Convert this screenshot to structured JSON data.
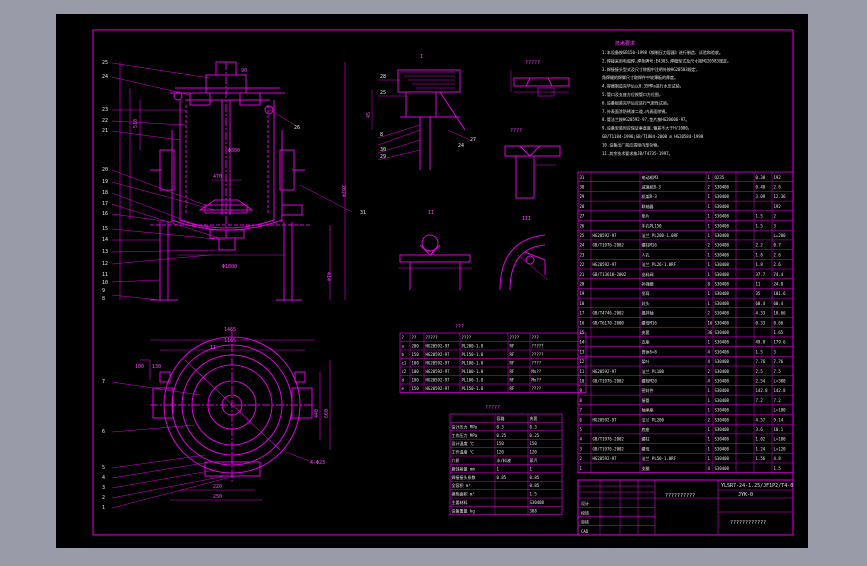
{
  "colors": {
    "background_outer": "#999ba8",
    "sheet": "#000000",
    "line": "#e000e0",
    "text": "#e8e8e8"
  },
  "views": {
    "detail_I": "I",
    "detail_II": "II",
    "detail_III": "III",
    "top_section_label": "II",
    "top_detail_title": "?????",
    "mid_detail_title": "????"
  },
  "notes": {
    "title": "技术要求",
    "lines": [
      "1.本设备按GB150-1998《钢制压力容器》进行制造、试验和验收。",
      "2.焊接采用电弧焊,焊条牌号:E4303,焊缝型式及尺寸按HG20583规定。",
      "3.焊接接头型式及尺寸除图中注明外按HG20583规定,",
      "  角焊缝的焊脚尺寸取焊件中较薄板的厚度。",
      "4.容器制造完毕后以0.35MPa进行水压试验。",
      "5.管口及支座方位按管口方位图。",
      "6.设备组装完毕后应进行气密性试验。",
      "7.外表面涂防锈漆二道,内表面除锈。",
      "8.管法兰按HG20592-97,垫片按HG20606-97。",
      "9.设备安装时应保证垂直度,偏差不大于H/1000。",
      "GB/T1184-1996;GB/T1804-2000 m  HG20584-1998",
      "10.设备出厂前应清除内部杂物。",
      "11.其余技术要求按JB/T4735-1997。"
    ]
  },
  "dimensions": {
    "d1465": "1465",
    "d1165": "1165",
    "d100": "100",
    "d130": "130",
    "d440": "440",
    "d660": "660",
    "d220": "220",
    "d250": "250",
    "d2624": "2624",
    "d414": "414",
    "d1800": "Φ1800",
    "d800": "Φ800",
    "holes": "4-Φ23",
    "d45": "45",
    "d90": "90",
    "d510": "510",
    "d470": "470"
  },
  "balloons_left": [
    "25",
    "24",
    "23",
    "22",
    "21",
    "20",
    "19",
    "18",
    "17",
    "16",
    "15",
    "14",
    "13",
    "12",
    "11",
    "10",
    "9",
    "8"
  ],
  "balloons_bottom_left": [
    "7",
    "6",
    "5",
    "4",
    "3",
    "2",
    "1"
  ],
  "balloons_right": [
    "26",
    "31"
  ],
  "detail_labels_I": [
    "28",
    "25",
    "8",
    "30",
    "29",
    "27",
    "24"
  ],
  "nozzle_table": {
    "title": "???",
    "header": [
      "?",
      "??",
      "?????",
      "????",
      "????",
      "???"
    ],
    "rows": [
      [
        "a",
        "200",
        "HG20592-97",
        "PL200-1.0",
        "RF",
        "?????"
      ],
      [
        "b",
        "150",
        "HG20592-97",
        "PL150-1.0",
        "RF",
        "?????"
      ],
      [
        "c1",
        "100",
        "HG20592-97",
        "PL100-1.0",
        "RF",
        "????"
      ],
      [
        "c2",
        "100",
        "HG20592-97",
        "PL100-1.0",
        "RF",
        "Mo??"
      ],
      [
        "d",
        "100",
        "HG20592-97",
        "PL100-1.0",
        "RF",
        "Mo??"
      ],
      [
        "e",
        "150",
        "HG20592-97",
        "PL150-1.0",
        "RF",
        "????"
      ]
    ]
  },
  "design_table": {
    "title": "?????",
    "header": [
      "",
      "容器",
      "夹套"
    ],
    "rows": [
      [
        "设计压力 MPa",
        "0.3",
        "0.3"
      ],
      [
        "工作压力 MPa",
        "0.25",
        "0.25"
      ],
      [
        "设计温度 ℃",
        "150",
        "150"
      ],
      [
        "工作温度 ℃",
        "120",
        "120"
      ],
      [
        "介质",
        "水/料液",
        "蒸汽"
      ],
      [
        "腐蚀裕量 mm",
        "1",
        "1"
      ],
      [
        "焊接接头系数",
        "0.85",
        "0.85"
      ],
      [
        "全容积 m³",
        "",
        "0.85"
      ],
      [
        "换热面积 m²",
        "",
        "1.5"
      ],
      [
        "主要材料",
        "",
        "S30408"
      ],
      [
        "设备重量 kg",
        "",
        "368"
      ]
    ]
  },
  "parts_list": [
    [
      "31",
      "",
      "电动机M3",
      "1",
      "Q235",
      "",
      "0.38",
      "192"
    ],
    [
      "30",
      "",
      "减速机B-3",
      "2",
      "S30408",
      "",
      "0.40",
      "2.6"
    ],
    [
      "29",
      "",
      "机架B-3",
      "1",
      "S30408",
      "",
      "3.09",
      "12.36"
    ],
    [
      "28",
      "",
      "联轴器",
      "1",
      "S30408",
      "",
      "",
      "192"
    ],
    [
      "27",
      "",
      "垫片",
      "1",
      "S30408",
      "",
      "1.5",
      "2"
    ],
    [
      "26",
      "",
      "手孔PL150",
      "1",
      "S30408",
      "",
      "1.5",
      "3"
    ],
    [
      "25",
      "HG20592-97",
      "法兰 PL200-1.0RF",
      "1",
      "S30408",
      "",
      "",
      "L=200"
    ],
    [
      "24",
      "GB/T1976-2002",
      "螺柱M16",
      "2",
      "S30408",
      "",
      "2.2",
      "0.7"
    ],
    [
      "23",
      "",
      "人孔",
      "1",
      "S30408",
      "",
      "1.8",
      "2.6"
    ],
    [
      "22",
      "HG20592-97",
      "法兰 PL26-1.0RF",
      "1",
      "S30408",
      "",
      "1.8",
      "2.6"
    ],
    [
      "21",
      "GB/T13618-2002",
      "出料阀",
      "1",
      "S30408",
      "",
      "37.7",
      "74.4"
    ],
    [
      "20",
      "",
      "补强圈",
      "8",
      "S30408",
      "",
      "11",
      "24.8"
    ],
    [
      "19",
      "",
      "吊耳",
      "1",
      "S30408",
      "",
      "35",
      "101.6"
    ],
    [
      "18",
      "",
      "封头",
      "1",
      "S30408",
      "",
      "60.4",
      "60.4"
    ],
    [
      "17",
      "GB/T4746-2002",
      "搅拌轴",
      "2",
      "S30408",
      "",
      "4.33",
      "10.66"
    ],
    [
      "16",
      "GB/T6170-2000",
      "螺母M16",
      "16",
      "S30408",
      "",
      "0.33",
      "0.66"
    ],
    [
      "15",
      "",
      "夹套",
      "36",
      "S30408",
      "",
      "",
      "1.65"
    ],
    [
      "14",
      "",
      "支座",
      "1",
      "S30408",
      "",
      "49.8",
      "179.6"
    ],
    [
      "13",
      "",
      "筒体δ=8",
      "4",
      "S30408",
      "",
      "1.5",
      "3"
    ],
    [
      "12",
      "",
      "桨叶",
      "4",
      "S30408",
      "",
      "7.76",
      "7.76"
    ],
    [
      "11",
      "HG20592-97",
      "法兰 PL100",
      "2",
      "S30408",
      "",
      "2.5",
      "7.5"
    ],
    [
      "10",
      "GB/T1976-2002",
      "螺栓M20",
      "4",
      "S30408",
      "",
      "2.54",
      "L=380"
    ],
    [
      "9",
      "",
      "密封件",
      "1",
      "S30408",
      "",
      "142.8",
      "142.8"
    ],
    [
      "8",
      "",
      "接管",
      "1",
      "S30408",
      "",
      "7.2",
      "7.2"
    ],
    [
      "7",
      "",
      "轴承座",
      "1",
      "S30408",
      "",
      "",
      "L=180"
    ],
    [
      "6",
      "HG20592-97",
      "法兰 PL200",
      "2",
      "S30408",
      "",
      "4.57",
      "9.14"
    ],
    [
      "5",
      "",
      "底座",
      "1",
      "S30408",
      "",
      "3.6",
      "10.1"
    ],
    [
      "4",
      "GB/T1976-2002",
      "螺柱",
      "1",
      "S30408",
      "",
      "1.02",
      "L=100"
    ],
    [
      "3",
      "GB/T1976-2002",
      "螺母",
      "1",
      "S30408",
      "",
      "1.24",
      "L=120"
    ],
    [
      "2",
      "HG20592-97",
      "法兰 PL50-1.0RF",
      "1",
      "S30408",
      "",
      "1.56",
      "4.8"
    ],
    [
      "1",
      "",
      "支腿",
      "4",
      "S30408",
      "",
      "",
      "1.5"
    ]
  ],
  "title_block": {
    "drawing_no": "YLSR7-24-1.25/JF1P2/T4-0",
    "drawing_no2": "JYK-0",
    "name": "??????????",
    "company": "????????????",
    "sign_rows": [
      "设计",
      "校核",
      "审核",
      "CAD"
    ]
  }
}
